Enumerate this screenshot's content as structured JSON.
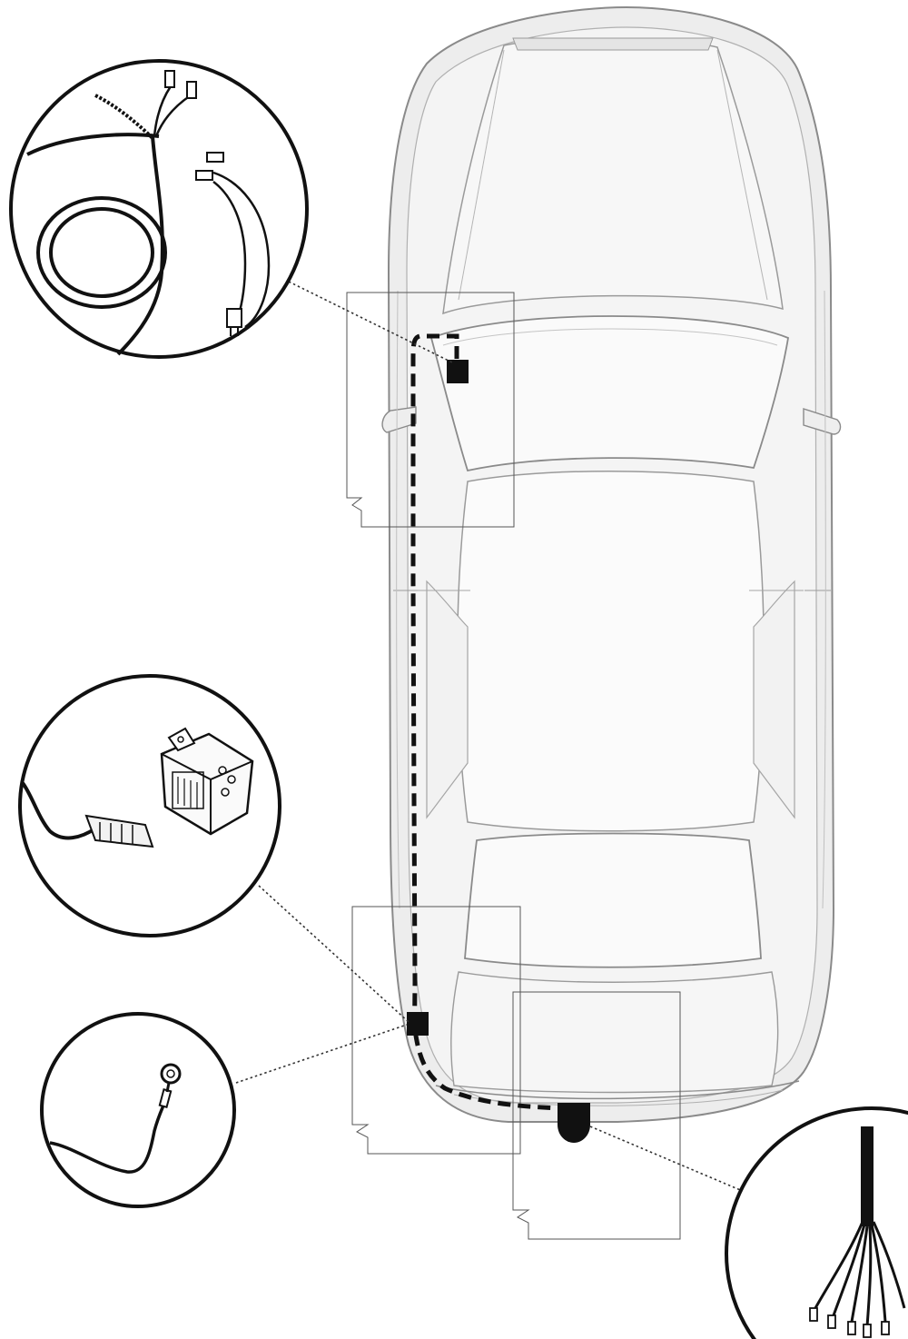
{
  "diagram": {
    "subject": "wiring-kit-installation",
    "components": [
      {
        "id": "front-harness",
        "icon": "wire-connectors-icon"
      },
      {
        "id": "control-module",
        "icon": "control-module-icon"
      },
      {
        "id": "ground-wire",
        "icon": "ring-terminal-icon"
      },
      {
        "id": "trailer-socket-cable",
        "icon": "cable-terminals-icon"
      }
    ],
    "colors": {
      "car_fill": "#ececec",
      "car_outline": "#8a8a8a",
      "glass": "#f7f7f7",
      "harness": "#111111",
      "callout_line": "#333333"
    }
  }
}
